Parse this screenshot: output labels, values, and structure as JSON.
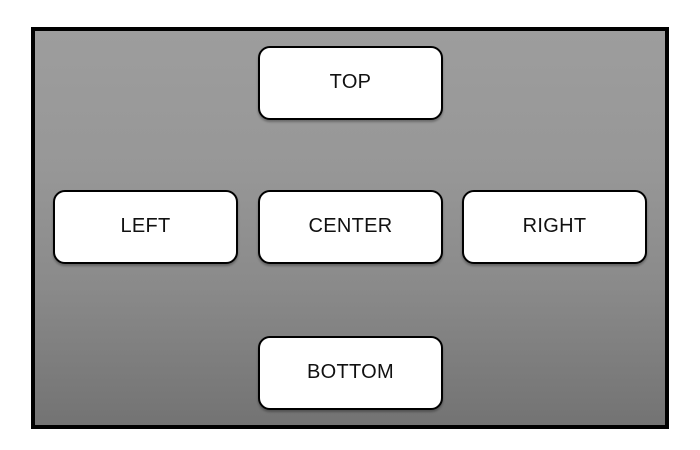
{
  "panel": {
    "background_top_color": "#9d9d9d",
    "background_bottom_color": "#737373",
    "border_color": "#000000",
    "page_background_color": "#ffffff"
  },
  "buttons": [
    {
      "id": "top",
      "label": "TOP",
      "position": "top",
      "fill": "#ffffff",
      "text_color": "#111111"
    },
    {
      "id": "left",
      "label": "LEFT",
      "position": "left",
      "fill": "#ffffff",
      "text_color": "#111111"
    },
    {
      "id": "center",
      "label": "CENTER",
      "position": "center",
      "fill": "#ffffff",
      "text_color": "#111111"
    },
    {
      "id": "right",
      "label": "RIGHT",
      "position": "right",
      "fill": "#ffffff",
      "text_color": "#111111"
    },
    {
      "id": "bottom",
      "label": "BOTTOM",
      "position": "bottom",
      "fill": "#ffffff",
      "text_color": "#111111"
    }
  ]
}
